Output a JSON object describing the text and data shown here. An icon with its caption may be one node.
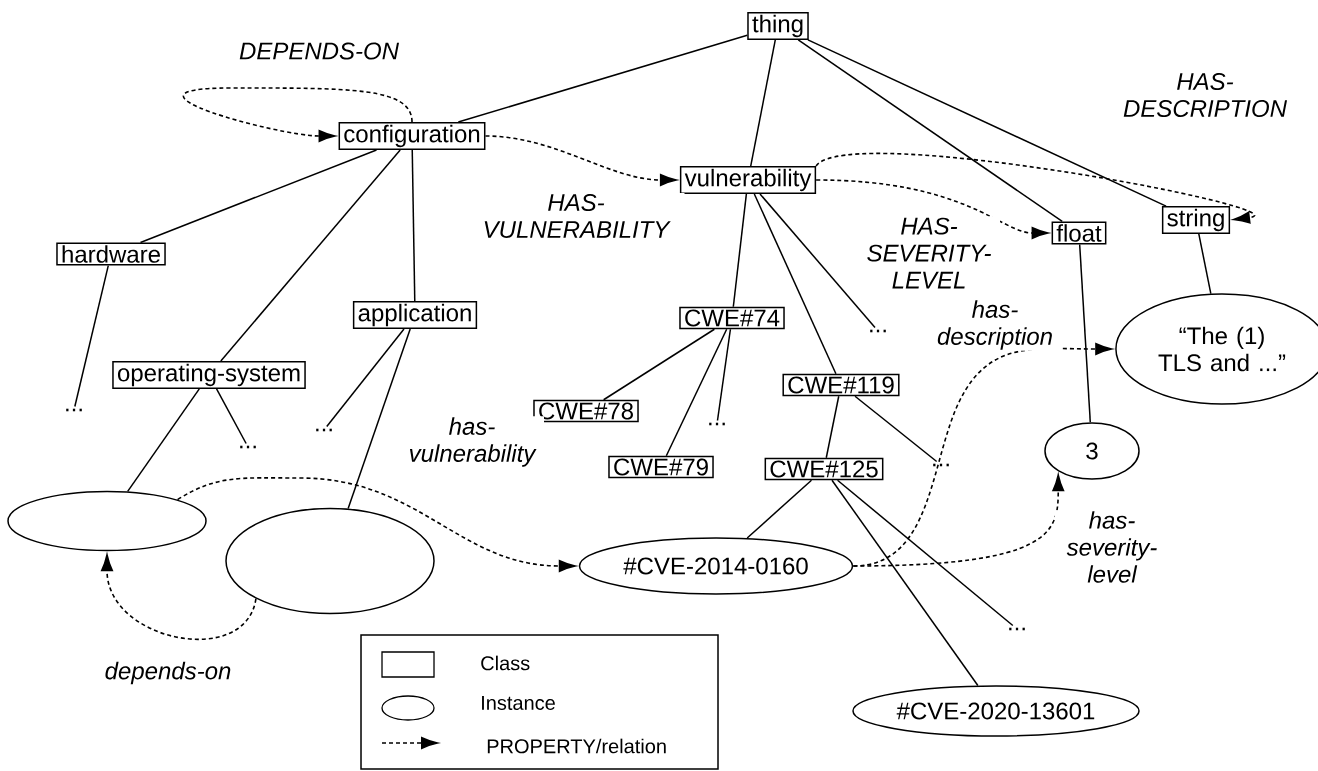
{
  "diagram": {
    "nodes": [
      {
        "text": [
          "thing"
        ]
      },
      {
        "text": [
          "configuration"
        ]
      },
      {
        "text": [
          "vulnerability"
        ]
      },
      {
        "text": [
          "float"
        ]
      },
      {
        "text": [
          "string"
        ]
      },
      {
        "text": [
          "hardware"
        ]
      },
      {
        "text": [
          "application"
        ]
      },
      {
        "text": [
          "CWE#74"
        ]
      },
      {
        "text": [
          "operating-system"
        ]
      },
      {
        "text": [
          "CWE#119"
        ]
      },
      {
        "text": [
          "“The (1) TLS and ...”"
        ]
      },
      {
        "text": [
          "CWE#78"
        ]
      },
      {
        "text": [
          "CWE#79"
        ]
      },
      {
        "text": [
          "CWE#125"
        ]
      },
      {
        "text": [
          "3"
        ]
      },
      {
        "text": [],
        "shape": "ellipse"
      },
      {
        "text": [],
        "shape": "ellipse"
      },
      {
        "text": [
          "#CVE-2014-0160"
        ]
      },
      {
        "text": [
          "#CVE-2020-13601"
        ]
      },
      {
        "text": [
          "..."
        ]
      },
      {
        "text": [
          "..."
        ]
      },
      {
        "text": [
          "..."
        ]
      },
      {
        "text": [
          "..."
        ]
      },
      {
        "text": [
          "..."
        ]
      },
      {
        "text": [
          "..."
        ]
      },
      {
        "text": [
          "..."
        ]
      }
    ],
    "edges": [
      {
        "from": 0,
        "to": 1,
        "arrow": "none"
      },
      {
        "from": 0,
        "to": 2,
        "arrow": "none"
      },
      {
        "from": 0,
        "to": 3,
        "arrow": "none"
      },
      {
        "from": 0,
        "to": 4,
        "arrow": "none"
      },
      {
        "from": 1,
        "to": 5,
        "arrow": "none"
      },
      {
        "from": 1,
        "to": 8,
        "arrow": "none"
      },
      {
        "from": 1,
        "to": 6,
        "arrow": "none"
      },
      {
        "from": 5,
        "to": 19,
        "arrow": "none"
      },
      {
        "from": 8,
        "to": 15,
        "arrow": "none"
      },
      {
        "from": 8,
        "to": 20,
        "arrow": "none"
      },
      {
        "from": 6,
        "to": 21,
        "arrow": "none"
      },
      {
        "from": 6,
        "to": 16,
        "arrow": "none"
      },
      {
        "from": 2,
        "to": 7,
        "arrow": "none"
      },
      {
        "from": 2,
        "to": 9,
        "arrow": "none"
      },
      {
        "from": 2,
        "to": 22,
        "arrow": "none"
      },
      {
        "from": 7,
        "to": 11,
        "arrow": "none"
      },
      {
        "from": 7,
        "to": 12,
        "arrow": "none"
      },
      {
        "from": 7,
        "to": 23,
        "arrow": "none"
      },
      {
        "from": 9,
        "to": 13,
        "arrow": "none"
      },
      {
        "from": 9,
        "to": 24,
        "arrow": "none"
      },
      {
        "from": 13,
        "to": 17,
        "arrow": "none"
      },
      {
        "from": 13,
        "to": 18,
        "arrow": "none"
      },
      {
        "from": 13,
        "to": 25,
        "arrow": "none"
      },
      {
        "from": 3,
        "to": 14,
        "arrow": "none"
      },
      {
        "from": 4,
        "to": 10,
        "arrow": "none"
      },
      {
        "from": 1,
        "to": 1,
        "arrow": "to",
        "style": "dashed",
        "label": "DEPENDS-ON"
      },
      {
        "from": 1,
        "to": 2,
        "arrow": "to",
        "style": "dashed",
        "label": "HAS- VULNERABILITY"
      },
      {
        "from": 2,
        "to": 3,
        "arrow": "to",
        "style": "dashed",
        "label": "HAS- SEVERITY- LEVEL"
      },
      {
        "from": 2,
        "to": 4,
        "arrow": "to",
        "style": "dashed",
        "label": "HAS- DESCRIPTION"
      },
      {
        "from": 15,
        "to": 17,
        "arrow": "to",
        "style": "dashed",
        "label": "has- vulnerability"
      },
      {
        "from": 16,
        "to": 15,
        "arrow": "to",
        "style": "dashed",
        "label": "depends-on"
      },
      {
        "from": 17,
        "to": 10,
        "arrow": "to",
        "style": "dashed",
        "label": "has- description"
      },
      {
        "from": 17,
        "to": 14,
        "arrow": "to",
        "style": "dashed",
        "label": "has- severity- level"
      }
    ],
    "legend": [
      {
        "text": "Class"
      },
      {
        "text": "Instance"
      },
      {
        "text": "PROPERTY/relation"
      }
    ]
  }
}
